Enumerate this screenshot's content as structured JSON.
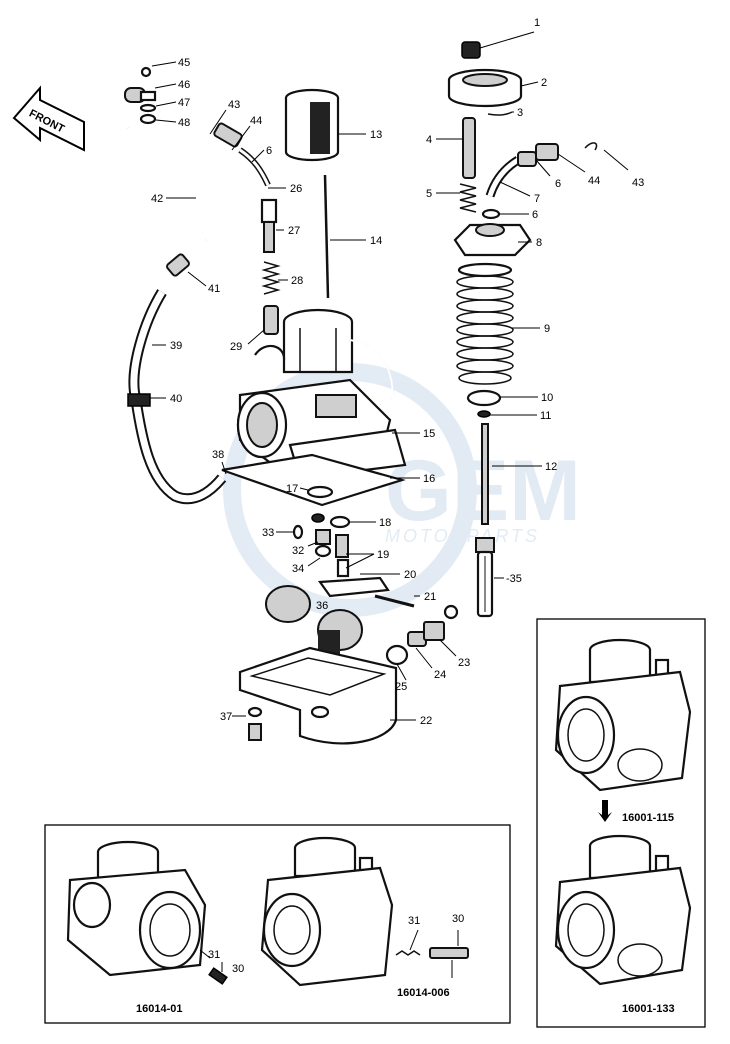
{
  "front_arrow": {
    "label": "FRONT"
  },
  "watermark": {
    "brand": "GEM",
    "sub": "MOTORPARTS"
  },
  "callouts": {
    "c1": "1",
    "c2": "2",
    "c3": "3",
    "c4": "4",
    "c5": "5",
    "c6a": "6",
    "c6b": "6",
    "c6c": "6",
    "c7": "7",
    "c8": "8",
    "c9": "9",
    "c10": "10",
    "c11": "11",
    "c12": "12",
    "c13": "13",
    "c14": "14",
    "c15": "15",
    "c16": "16",
    "c17": "17",
    "c18": "18",
    "c19": "19",
    "c20": "20",
    "c21": "21",
    "c22": "22",
    "c23": "23",
    "c24": "24",
    "c25": "25",
    "c26": "26",
    "c27": "27",
    "c28": "28",
    "c29": "29",
    "c32": "32",
    "c33": "33",
    "c34": "34",
    "c35": "-35",
    "c36": "36",
    "c37": "37",
    "c38": "38",
    "c39": "39",
    "c40": "40",
    "c41": "41",
    "c42": "42",
    "c43a": "43",
    "c43b": "43",
    "c44a": "44",
    "c44b": "44",
    "c45": "45",
    "c46": "46",
    "c47": "47",
    "c48": "48",
    "c30a": "30",
    "c31a": "31",
    "c30b": "30",
    "c31b": "31"
  },
  "variant_codes": {
    "left": "16014-01",
    "middle": "16014-006",
    "right_top": "16001-115",
    "right_bottom": "16001-133"
  }
}
